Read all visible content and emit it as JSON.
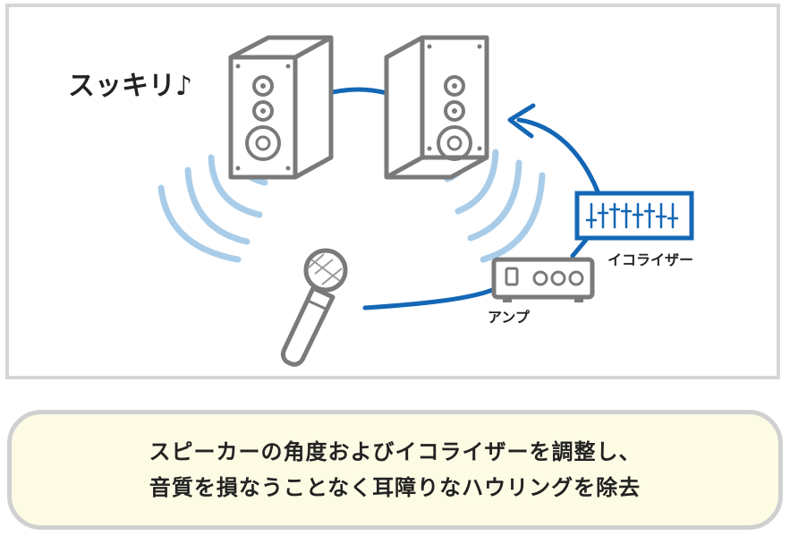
{
  "scene": {
    "headline": "スッキリ♪",
    "equalizer_label": "イコライザー",
    "amp_label": "アンプ"
  },
  "caption": {
    "line1": "スピーカーの角度およびイコライザーを調整し、",
    "line2": "音質を損なうことなく耳障りなハウリングを除去"
  },
  "colors": {
    "signal_blue": "#1467b5",
    "sound_wave_blue": "#a9cde9",
    "outline_gray": "#7a7a7a",
    "panel_border": "#d6d6d6",
    "caption_background": "#fdfbe4"
  }
}
